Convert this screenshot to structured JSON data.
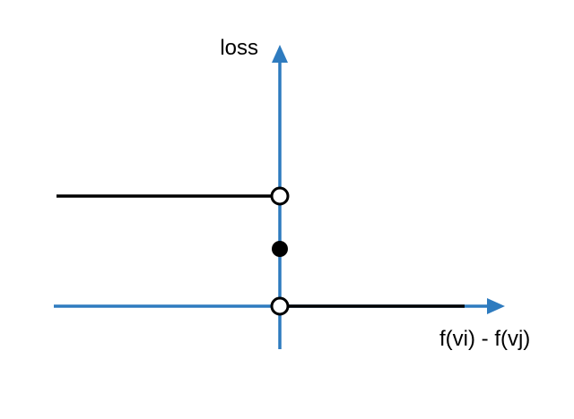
{
  "labels": {
    "y_axis": "loss",
    "x_axis": "f(vi) - f(vj)"
  },
  "colors": {
    "axis": "#2e7bbf",
    "line": "#000000",
    "open_marker_fill": "#ffffff",
    "filled_marker": "#000000"
  },
  "function": {
    "left_segment_level": "high",
    "right_segment_level": "zero",
    "value_at_origin": "middle",
    "open_markers": [
      "high",
      "zero"
    ],
    "filled_markers": [
      "middle"
    ]
  }
}
